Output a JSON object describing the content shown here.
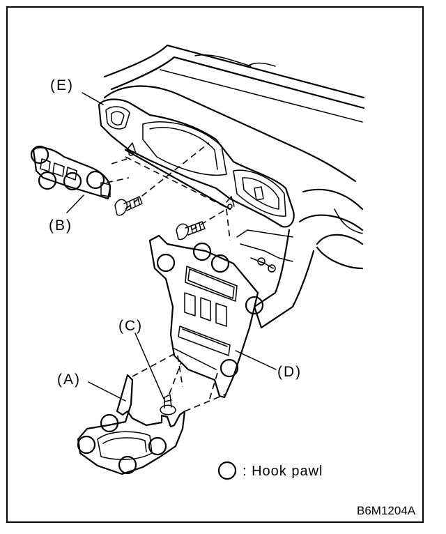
{
  "labels": {
    "a": "(A)",
    "b": "(B)",
    "c": "(C)",
    "d": "(D)",
    "e": "(E)"
  },
  "legend": {
    "symbol": "circle",
    "text": ": Hook pawl"
  },
  "figure_code": "B6M1204A"
}
